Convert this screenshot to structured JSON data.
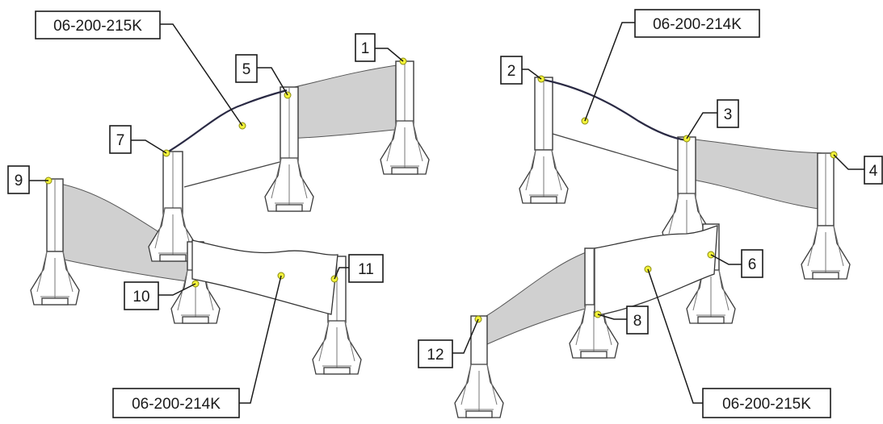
{
  "diagram": {
    "callouts": [
      {
        "id": "c1",
        "label": "1"
      },
      {
        "id": "c2",
        "label": "2"
      },
      {
        "id": "c3",
        "label": "3"
      },
      {
        "id": "c4",
        "label": "4"
      },
      {
        "id": "c5",
        "label": "5"
      },
      {
        "id": "c6",
        "label": "6"
      },
      {
        "id": "c7",
        "label": "7"
      },
      {
        "id": "c8",
        "label": "8"
      },
      {
        "id": "c9",
        "label": "9"
      },
      {
        "id": "c10",
        "label": "10"
      },
      {
        "id": "c11",
        "label": "11"
      },
      {
        "id": "c12",
        "label": "12"
      }
    ],
    "part_numbers": [
      {
        "id": "p_top_left",
        "label": "06-200-215K"
      },
      {
        "id": "p_top_right",
        "label": "06-200-214K"
      },
      {
        "id": "p_bottom_left",
        "label": "06-200-214K"
      },
      {
        "id": "p_bottom_right",
        "label": "06-200-215K"
      }
    ],
    "colors": {
      "marker": "#f2f23a",
      "sheet_fill": "#c8c8c8",
      "line": "#1a1a1a"
    }
  }
}
